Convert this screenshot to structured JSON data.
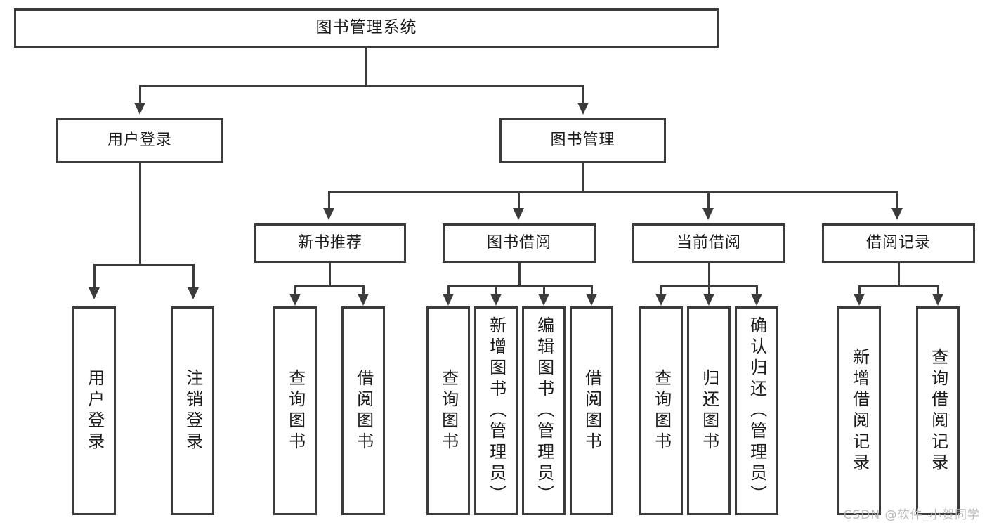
{
  "diagram": {
    "title": "图书管理系统",
    "type": "tree",
    "root": {
      "label": "图书管理系统"
    },
    "level1": [
      {
        "label": "用户登录"
      },
      {
        "label": "图书管理"
      }
    ],
    "level2": [
      {
        "label": "新书推荐"
      },
      {
        "label": "图书借阅"
      },
      {
        "label": "当前借阅"
      },
      {
        "label": "借阅记录"
      }
    ],
    "leaves": {
      "user_login": [
        {
          "label": "用户登录"
        },
        {
          "label": "注销登录"
        }
      ],
      "new_book": [
        {
          "label": "查询图书"
        },
        {
          "label": "借阅图书"
        }
      ],
      "book_borrow": [
        {
          "label": "查询图书"
        },
        {
          "label": "新增图书（管理员）"
        },
        {
          "label": "编辑图书（管理员）"
        },
        {
          "label": "借阅图书"
        }
      ],
      "current_borrow": [
        {
          "label": "查询图书"
        },
        {
          "label": "归还图书"
        },
        {
          "label": "确认归还（管理员）"
        }
      ],
      "borrow_record": [
        {
          "label": "新增借阅记录"
        },
        {
          "label": "查询借阅记录"
        }
      ]
    }
  },
  "watermark": {
    "text": "CSDN @软件_小贺同学"
  },
  "colors": {
    "stroke": "#3b3b3b",
    "fill": "#ffffff",
    "text": "#1b1b1b",
    "watermark": "#b9b9b9"
  }
}
